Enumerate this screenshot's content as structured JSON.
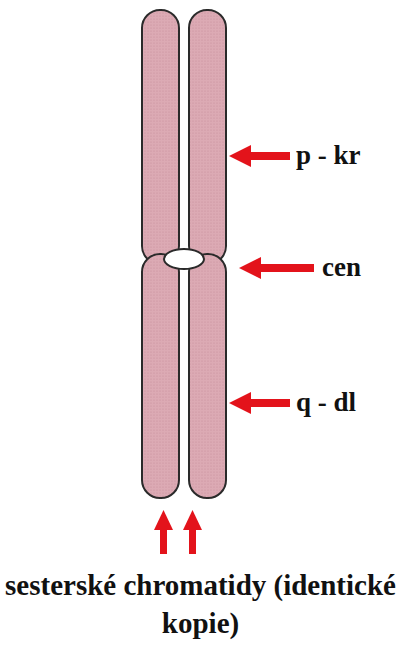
{
  "diagram": {
    "labels": [
      "p - kr",
      "cen",
      "q - dl",
      "sesterské chromatidy (identické kopie)"
    ]
  }
}
